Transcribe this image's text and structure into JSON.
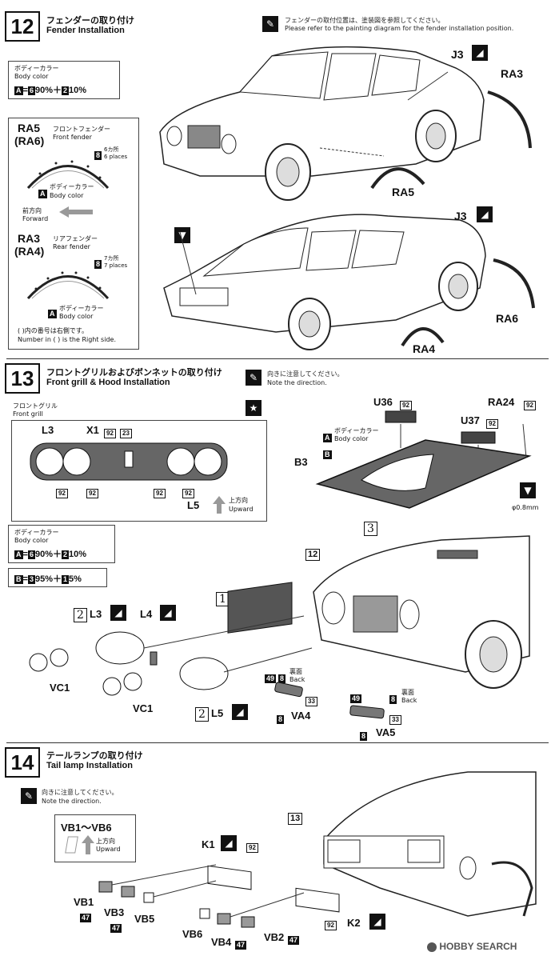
{
  "step12": {
    "number": "12",
    "title_jp": "フェンダーの取り付け",
    "title_en": "Fender Installation",
    "note_jp": "フェンダーの取付位置は、塗装図を参照してください。",
    "note_en": "Please refer to the painting diagram for the fender installation position.",
    "bodycolor_jp": "ボディーカラー",
    "bodycolor_en": "Body color",
    "formula_a": "A",
    "formula_c1": "6",
    "formula_p1": "90%＋",
    "formula_c2": "2",
    "formula_p2": "10%",
    "front_name": "RA5",
    "front_name_r": "(RA6)",
    "front_jp": "フロントフェンダー",
    "front_en": "Front fender",
    "front_glue": "8",
    "front_places_jp": "6カ所",
    "front_places_en": "6 places",
    "front_color_letter": "A",
    "front_color_jp": "ボディーカラー",
    "front_color_en": "Body color",
    "forward_jp": "前方向",
    "forward_en": "Forward",
    "rear_name": "RA3",
    "rear_name_r": "(RA4)",
    "rear_jp": "リアフェンダー",
    "rear_en": "Rear fender",
    "rear_glue": "8",
    "rear_places_jp": "7カ所",
    "rear_places_en": "7 places",
    "rear_color_letter": "A",
    "rear_color_jp": "ボディーカラー",
    "rear_color_en": "Body color",
    "right_note_jp": "( )内の番号は右側です。",
    "right_note_en": "Number in ( ) is the Right side.",
    "parts": {
      "j3a": "J3",
      "ra3": "RA3",
      "ra5": "RA5",
      "j3b": "J3",
      "ra6": "RA6",
      "ra4": "RA4"
    }
  },
  "step13": {
    "number": "13",
    "title_jp": "フロントグリルおよびボンネットの取り付け",
    "title_en": "Front grill & Hood Installation",
    "note_jp": "向きに注意してください。",
    "note_en": "Note the direction.",
    "grill_jp": "フロントグリル",
    "grill_en": "Front grill",
    "grill_labels": {
      "l3": "L3",
      "x1": "X1",
      "x1_c": "92",
      "c23": "23",
      "c92a": "92",
      "c92b": "92",
      "c92c": "92",
      "c92d": "92",
      "l5": "L5"
    },
    "upward_jp": "上方向",
    "upward_en": "Upward",
    "bodycolor_jp": "ボディーカラー",
    "bodycolor_en": "Body color",
    "formula_a": "A",
    "formula_c1": "6",
    "formula_p1": "90%＋",
    "formula_c2": "2",
    "formula_p2": "10%",
    "formula_b": "B",
    "formula_b_c1": "3",
    "formula_b_p1": "95%＋",
    "formula_b_c2": "1",
    "formula_b_p2": "5%",
    "hood": {
      "u36": "U36",
      "u36_c": "92",
      "ra24": "RA24",
      "ra24_c": "92",
      "u37": "U37",
      "u37_c": "92",
      "a_letter": "A",
      "a_jp": "ボディーカラー",
      "a_en": "Body color",
      "b_letter": "B",
      "b3": "B3",
      "drill": "φ0.8mm",
      "sub3": "3"
    },
    "ref12": "12",
    "sub2a": "2",
    "l3": "L3",
    "l4": "L4",
    "sub1": "1",
    "x1": "X1",
    "x1_c": "92",
    "vc1a": "VC1",
    "vc1b": "VC1",
    "sub2b": "2",
    "l5": "L5",
    "va4": {
      "c49": "49",
      "c8": "8",
      "back_jp": "裏面",
      "back_en": "Back",
      "c33": "33",
      "c8b": "8",
      "name": "VA4"
    },
    "va5": {
      "c49": "49",
      "c8": "8",
      "back_jp": "裏面",
      "back_en": "Back",
      "c33": "33",
      "c8b": "8",
      "name": "VA5"
    }
  },
  "step14": {
    "number": "14",
    "title_jp": "テールランプの取り付け",
    "title_en": "Tail lamp Installation",
    "note_jp": "向きに注意してください。",
    "note_en": "Note the direction.",
    "vb_range": "VB1～VB6",
    "upward_jp": "上方向",
    "upward_en": "Upward",
    "ref13": "13",
    "k1": "K1",
    "k1_c": "92",
    "k2": "K2",
    "k2_c": "92",
    "vb1": "VB1",
    "vb1_c": "47",
    "vb3": "VB3",
    "vb3_c": "47",
    "vb5": "VB5",
    "vb6": "VB6",
    "vb4": "VB4",
    "vb4_c": "47",
    "vb2": "VB2",
    "vb2_c": "47"
  },
  "watermark": "HOBBY SEARCH"
}
